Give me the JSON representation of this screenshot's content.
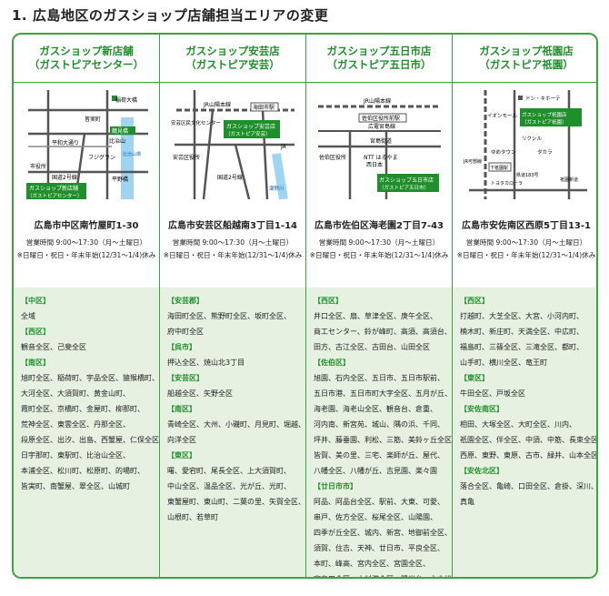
{
  "title": "1. 広島地区のガスショップ店舗担当エリアの変更",
  "stores": [
    {
      "name": "ガスショップ新店舗",
      "alias": "（ガストピアセンター）",
      "address": "広島市中区南竹屋町1-30",
      "hours": "営業時間 9:00〜17:30（月〜土曜日）",
      "closed": "※日曜日・祝日・年末年始(12/31〜1/4)休み",
      "map": {
        "labels": [
          "稲荷大橋",
          "皆実町",
          "鶴見橋",
          "比治山",
          "平和大通り",
          "フジグラン",
          "比治山橋",
          "市役所",
          "国道2号線",
          "平野橋",
          "ガスショップ新店舗",
          "（ガストピアセンター）"
        ]
      },
      "areas": [
        {
          "region": "【中区】",
          "lines": [
            "全域"
          ]
        },
        {
          "region": "【西区】",
          "lines": [
            "観音全区、己斐全区"
          ]
        },
        {
          "region": "【南区】",
          "lines": [
            "旭町全区、稲荷町、宇品全区、猿猴橋町、",
            "大河全区、大須賀町、黄金山町、",
            "霞町全区、京橋町、金屋町、柳那町、",
            "荒神全区、東雲全区、丹那全区、",
            "段原全区、出汐、出島、西蟹屋、仁保全区、",
            "日宇那町、東駅町、比治山全区、",
            "本浦全区、松川町、松原町、的場町、",
            "皆実町、南蟹屋、翠全区、山城町"
          ]
        }
      ]
    },
    {
      "name": "ガスショップ安芸店",
      "alias": "（ガストピア安芸）",
      "address": "広島市安芸区船越南3丁目1-14",
      "hours": "営業時間 9:00〜17:30（月〜土曜日）",
      "closed": "※日曜日・祝日・年末年始(12/31〜1/4)休み",
      "map": {
        "labels": [
          "JR山陽本線",
          "海田市駅",
          "安芸区民文化センター",
          "ガスショップ安芸店",
          "（ガストピア安芸）",
          "JA",
          "安芸区役所",
          "国道2号線",
          "瀬野川"
        ]
      },
      "areas": [
        {
          "region": "【安芸郡】",
          "lines": [
            "海田町全区、熊野町全区、坂町全区、",
            "府中町全区"
          ]
        },
        {
          "region": "【呉市】",
          "lines": [
            "押込全区、焼山北3丁目"
          ]
        },
        {
          "region": "【安芸区】",
          "lines": [
            "船越全区、矢野全区"
          ]
        },
        {
          "region": "【南区】",
          "lines": [
            "青崎全区、大州、小磯町、月見町、堀越、",
            "向洋全区"
          ]
        },
        {
          "region": "【東区】",
          "lines": [
            "曙、愛宕町、尾長全区、上大須賀町、",
            "中山全区、温品全区、光が丘、光町、",
            "東蟹屋町、東山町、二葉の里、矢賀全区、",
            "山根町、若草町"
          ]
        }
      ]
    },
    {
      "name": "ガスショップ五日市店",
      "alias": "（ガストピア五日市）",
      "address": "広島市佐伯区海老園2丁目7-43",
      "hours": "営業時間 9:00〜17:30（月〜土曜日）",
      "closed": "※日曜日・祝日・年末年始(12/31〜1/4)休み",
      "map": {
        "labels": [
          "JR山陽本線",
          "佐伯区役所前駅",
          "広電宮島線",
          "宮島街道",
          "佐伯区役所",
          "NTT はるやま",
          "西日本",
          "ガスショップ五日市店",
          "（ガストピア五日市）"
        ]
      },
      "areas": [
        {
          "region": "【西区】",
          "lines": [
            "井口全区、扇、草津全区、庚午全区、",
            "商工センター、鈴が峰町、高須、高須台、",
            "田方、古江全区、古田台、山田全区"
          ]
        },
        {
          "region": "【佐伯区】",
          "lines": [
            "旭園、石内全区、五日市、五日市駅前、",
            "五日市港、五日市町大字全区、五月が丘、",
            "海老園、海老山全区、観音台、倉重、",
            "河内南、新宮苑、城山、隅の浜、千同、",
            "坪井、藤垂園、利松、三筋、美鈴ヶ丘全区、",
            "皆賀、美の里、三宅、楽師が丘、屋代、",
            "八幡全区、八幡が丘、吉見園、楽々園"
          ]
        },
        {
          "region": "【廿日市市】",
          "lines": [
            "阿品、阿品台全区、駅前、大東、可愛、",
            "串戸、佐方全区、桜尾全区、山陽園、",
            "四季が丘全区、城内、新宮、地御前全区、",
            "須賀、住吉、天神、廿日市、平良全区、",
            "本町、峰高、宮内全区、宮園全区、",
            "宮島口全区、木材港全区、陽光台、六本松"
          ]
        }
      ]
    },
    {
      "name": "ガスショップ祇園店",
      "alias": "（ガストピア祇園）",
      "address": "広島市安佐南区西原5丁目13-1",
      "hours": "営業時間 9:00〜17:30（月〜土曜日）",
      "closed": "※日曜日・祝日・年末年始(12/31〜1/4)休み",
      "map": {
        "labels": [
          "ドン・キホーテ",
          "イオンモール",
          "ガスショップ祇園店",
          "（ガストピア祇園）",
          "リクシル",
          "ゆめタウン",
          "タカラ",
          "JR可部線",
          "下祇園駅",
          "県道183号",
          "トヨタカローラ",
          "祇園新道"
        ]
      },
      "areas": [
        {
          "region": "【西区】",
          "lines": [
            "打越町、大芝全区、大宮、小河内町、",
            "楠木町、新庄町、天満全区、中広町、",
            "福島町、三篠全区、三滝全区、都町、",
            "山手町、横川全区、竜王町"
          ]
        },
        {
          "region": "【東区】",
          "lines": [
            "牛田全区、戸坂全区"
          ]
        },
        {
          "region": "【安佐南区】",
          "lines": [
            "相田、大塚全区、大町全区、川内、",
            "祇園全区、伴全区、中須、中筋、長束全区、",
            "西原、東野、東原、古市、緑井、山本全区"
          ]
        },
        {
          "region": "【安佐北区】",
          "lines": [
            "落合全区、亀崎、口田全区、倉掛、深川、",
            "真亀"
          ]
        }
      ]
    }
  ],
  "colors": {
    "accent": "#3aa53c",
    "accent_text": "#1e8f2a",
    "lower_bg": "#e6f1e2",
    "station": "#1e8f2a",
    "river": "#9fd4f2"
  }
}
